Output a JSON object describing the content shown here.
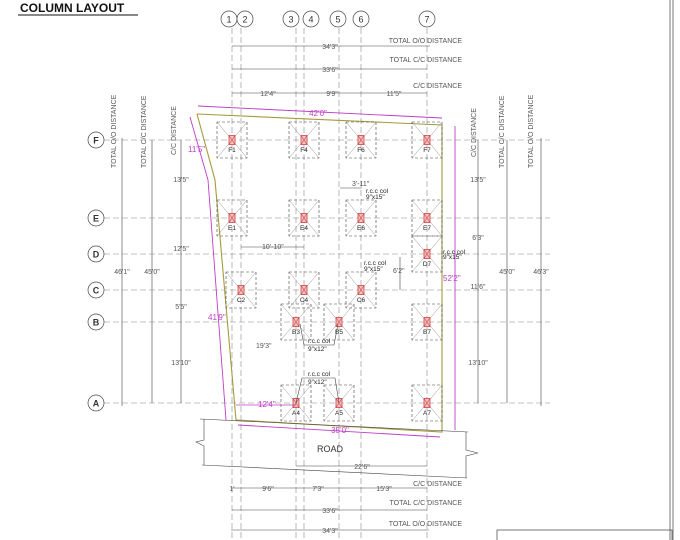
{
  "title": "COLUMN LAYOUT",
  "grid_columns": [
    "1",
    "2",
    "3",
    "4",
    "5",
    "6",
    "7"
  ],
  "grid_rows": [
    "F",
    "E",
    "D",
    "C",
    "B",
    "A"
  ],
  "top_dims": {
    "total_oo_label": "TOTAL O/O DISTANCE",
    "total_oo": "34'3\"",
    "total_cc_label": "TOTAL C/C DISTANCE",
    "total_cc": "33'6\"",
    "cc_label": "C/C DISTANCE",
    "cc": [
      "12'4\"",
      "9'9\"",
      "11'5\""
    ]
  },
  "bottom_dims": {
    "road_dim": "22'6\"",
    "cc_label": "C/C DISTANCE",
    "cc": [
      "1'",
      "9'6\"",
      "7'3\"",
      "15'3\""
    ],
    "total_cc_label": "TOTAL C/C DISTANCE",
    "total_cc": "33'6\"",
    "total_oo_label": "TOTAL O/O DISTANCE",
    "total_oo": "34'3\""
  },
  "left_dims": {
    "total_oo_label": "TOTAL O/O DISTANCE",
    "total_oo": "46'1\"",
    "total_cc_label": "TOTAL C/C DISTANCE",
    "total_cc": "45'0\"",
    "cc_label": "C/C DISTANCE",
    "cc": [
      "13'5\"",
      "12'5\"",
      "5'5\"",
      "13'10\""
    ]
  },
  "right_dims": {
    "cc_label": "C/C DISTANCE",
    "cc": [
      "13'5\"",
      "6'3\"",
      "11'6\"",
      "13'10\""
    ],
    "total_cc_label": "TOTAL C/C DISTANCE",
    "total_cc": "45'0\"",
    "total_oo_label": "TOTAL O/O DISTANCE",
    "total_oo": "46'3\""
  },
  "plot_dims": {
    "top": "42'0\"",
    "left_upper": "11'5\"",
    "left": "41'9\"",
    "right": "52'2\"",
    "bottom": "35'0\""
  },
  "footings": [
    "F1",
    "F4",
    "F6",
    "F7",
    "E1",
    "E4",
    "E6",
    "E7",
    "D7",
    "C2",
    "C4",
    "C6",
    "B3",
    "B5",
    "B7",
    "A4",
    "A5",
    "A7"
  ],
  "notes": {
    "col_label": "r.c.c col",
    "size_9x15": "9\"x15\"",
    "size_9x12": "9\"x12\"",
    "d1": "3'-11\"",
    "d2": "10'-10\"",
    "d3": "6'2\"",
    "d4": "19'3\"",
    "d5": "12'4\""
  },
  "road_label": "ROAD",
  "colors": {
    "plot_boundary": "#a89a3c",
    "plot_dims": "#c03cc8",
    "column": "#d04040"
  }
}
